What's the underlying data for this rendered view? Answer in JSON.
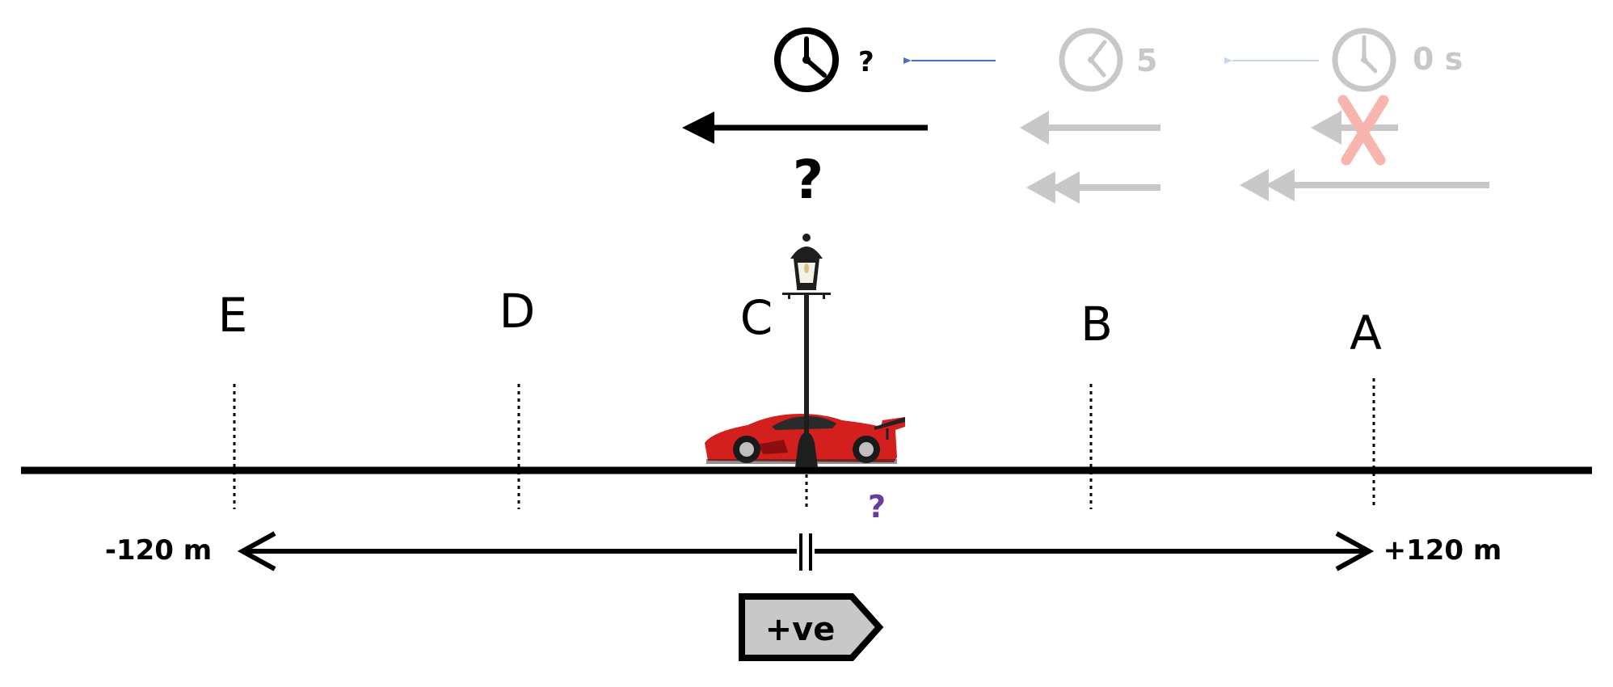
{
  "clocks": {
    "current": {
      "label": "?",
      "color": "#000000"
    },
    "previous": {
      "label": "5",
      "color": "#c8c8c8"
    },
    "first": {
      "label": "0 s",
      "color": "#c8c8c8"
    }
  },
  "time_arrow_colors": {
    "near": "#4a6fbf",
    "far": "#c7d6ee"
  },
  "velocity_question": "?",
  "displacement_question": "?",
  "positions": [
    {
      "id": "E",
      "label": "E"
    },
    {
      "id": "D",
      "label": "D"
    },
    {
      "id": "C",
      "label": "C"
    },
    {
      "id": "B",
      "label": "B"
    },
    {
      "id": "A",
      "label": "A"
    }
  ],
  "axis": {
    "left_label": "-120 m",
    "right_label": "+120 m"
  },
  "direction_tag": {
    "label": "+ve",
    "fill": "#c8c8c8"
  },
  "colors": {
    "faded": "#c8c8c8",
    "cross": "#f7b5ae",
    "question_purple": "#6a3b98",
    "car": "#d41f1f"
  },
  "icons": [
    "clock-icon",
    "lamp-post-icon",
    "race-car-icon",
    "cross-mark-icon"
  ]
}
